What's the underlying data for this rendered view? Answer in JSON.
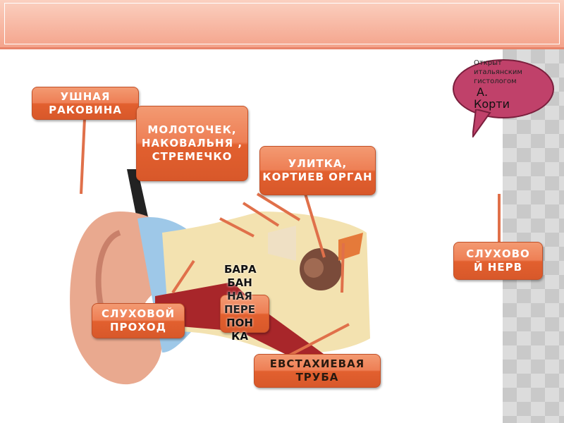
{
  "labels": {
    "auricle": "УШНАЯ РАКОВИНА",
    "ossicles": "МОЛОТОЧЕК, НАКОВАЛЬНЯ , СТРЕМЕЧКО",
    "cochlea": "УЛИТКА, КОРТИЕВ ОРГАН",
    "canal": "СЛУХОВОЙ ПРОХОД",
    "tympanum": [
      "БАРА",
      "БАН",
      "НАЯ",
      "ПЕРЕ",
      "ПОН",
      "КА"
    ],
    "eustachian": "ЕВСТАХИЕВАЯ ТРУБА",
    "nerve": "СЛУХОВО Й НЕРВ"
  },
  "bubble": {
    "line1": "Открыт",
    "line2": "итальянским",
    "line3": "гистологом",
    "name1": "А.",
    "name2": "Корти"
  },
  "colors": {
    "label": "#e2602f",
    "bubble": "#c0416a",
    "arrow": "#e0704a"
  }
}
